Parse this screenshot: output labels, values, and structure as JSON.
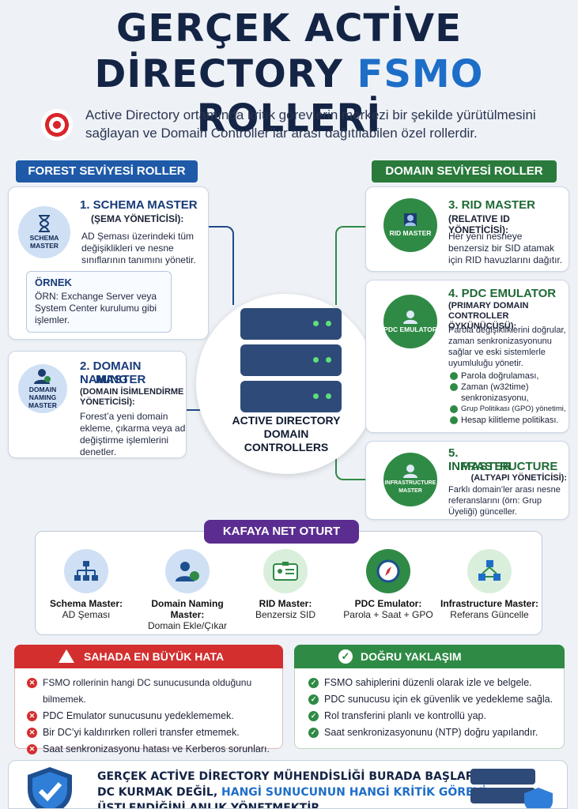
{
  "title": {
    "line1": "GERÇEK ACTİVE",
    "line2_a": "DİRECTORY ",
    "line2_hl": "FSMO",
    "line2_b": " ROLLERİ"
  },
  "intro": "Active Directory ortamında kritik görevlerin merkezi bir şekilde yürütülmesini sağlayan ve Domain Controller’lar arası dağıtılabilen özel rollerdir.",
  "colors": {
    "navy": "#142445",
    "blue": "#1e6ec8",
    "green": "#2f8a45",
    "red": "#d32f2f",
    "purple": "#5b2d91"
  },
  "forest_header": "FOREST SEVİYESİ ROLLER",
  "domain_header": "DOMAIN SEVİYESİ ROLLER",
  "schema": {
    "circle": "SCHEMA MASTER",
    "title": "1. SCHEMA MASTER",
    "sub": "(ŞEMA YÖNETİCİSİ):",
    "body": "AD Şeması üzerindeki tüm değişiklikleri ve nesne sınıflarının tanımını yönetir.",
    "example_title": "ÖRNEK",
    "example_body": "ÖRN: Exchange Server veya System Center kurulumu gibi işlemler."
  },
  "naming": {
    "circle": "DOMAIN NAMING MASTER",
    "title": "2. DOMAIN NAMING",
    "title2": "MASTER",
    "sub": "(DOMAIN İSİMLENDİRME YÖNETİCİSİ):",
    "body": "Forest’a yeni domain ekleme, çıkarma veya ad değiştirme işlemlerini denetler."
  },
  "center": {
    "label": "ACTIVE DIRECTORY DOMAIN CONTROLLERS"
  },
  "rid": {
    "circle": "RID MASTER",
    "title": "3. RID MASTER",
    "sub": "(RELATIVE ID YÖNETİCİSİ):",
    "body": "Her yeni nesneye benzersiz bir SID atamak için RID havuzlarını dağıtır."
  },
  "pdc": {
    "circle": "PDC EMULATOR",
    "title": "4. PDC EMULATOR",
    "sub": "(PRIMARY DOMAIN CONTROLLER ÖYKÜNÜCÜSÜ):",
    "body": "Parola değişikliklerini doğrular, zaman senkronizasyonunu sağlar ve eski sistemlerle uyumluluğu yönetir.",
    "items": [
      "Parola doğrulaması,",
      "Zaman (w32time) senkronizasyonu,",
      "Grup Politikası (GPO) yönetimi,",
      "Hesap kilitleme politikası."
    ]
  },
  "infra": {
    "circle": "INFRASTRUCTURE MASTER",
    "title": "5. INFRASTRUCTURE",
    "title2": "MASTER",
    "sub": "(ALTYAPI YÖNETİCİSİ):",
    "body": "Farklı domain’ler arası nesne referanslarını (örn: Grup Üyeliği) günceller."
  },
  "kafaya": {
    "header": "KAFAYA NET OTURT",
    "items": [
      {
        "name": "Schema Master:",
        "desc": "AD Şeması",
        "icon": "hierarchy-icon"
      },
      {
        "name": "Domain Naming Master:",
        "desc": "Domain Ekle/Çıkar",
        "icon": "user-check-icon"
      },
      {
        "name": "RID Master:",
        "desc": "Benzersiz SID",
        "icon": "id-card-icon"
      },
      {
        "name": "PDC Emulator:",
        "desc": "Parola + Saat + GPO",
        "icon": "compass-icon"
      },
      {
        "name": "Infrastructure Master:",
        "desc": "Referans Güncelle",
        "icon": "cubes-icon"
      }
    ]
  },
  "hata": {
    "header": "SAHADA EN BÜYÜK HATA",
    "items": [
      "FSMO rollerinin hangi DC sunucusunda olduğunu bilmemek.",
      "PDC Emulator sunucusunu yedeklememek.",
      "Bir DC’yi kaldırırken rolleri transfer etmemek.",
      "Saat senkronizasyonu hatası ve Kerberos sorunları."
    ]
  },
  "dogru": {
    "header": "DOĞRU YAKLAŞIM",
    "items": [
      "FSMO sahiplerini düzenli olarak izle ve belgele.",
      "PDC sunucusu için ek güvenlik ve yedekleme sağla.",
      "Rol transferini planlı ve kontrollü yap.",
      "Saat senkronizasyonunu (NTP) doğru yapılandır."
    ]
  },
  "footer": {
    "line1": "GERÇEK ACTİVE DİRECTORY MÜHENDİSLİĞİ BURADA BAŞLAR:",
    "line2_a": "DC KURMAK DEĞİL, ",
    "line2_hl": "HANGİ SUNUCUNUN HANGİ KRİTİK GÖREVİ",
    "line3": "ÜSTLENDİĞİNİ ANLIK YÖNETMEKTİR."
  }
}
